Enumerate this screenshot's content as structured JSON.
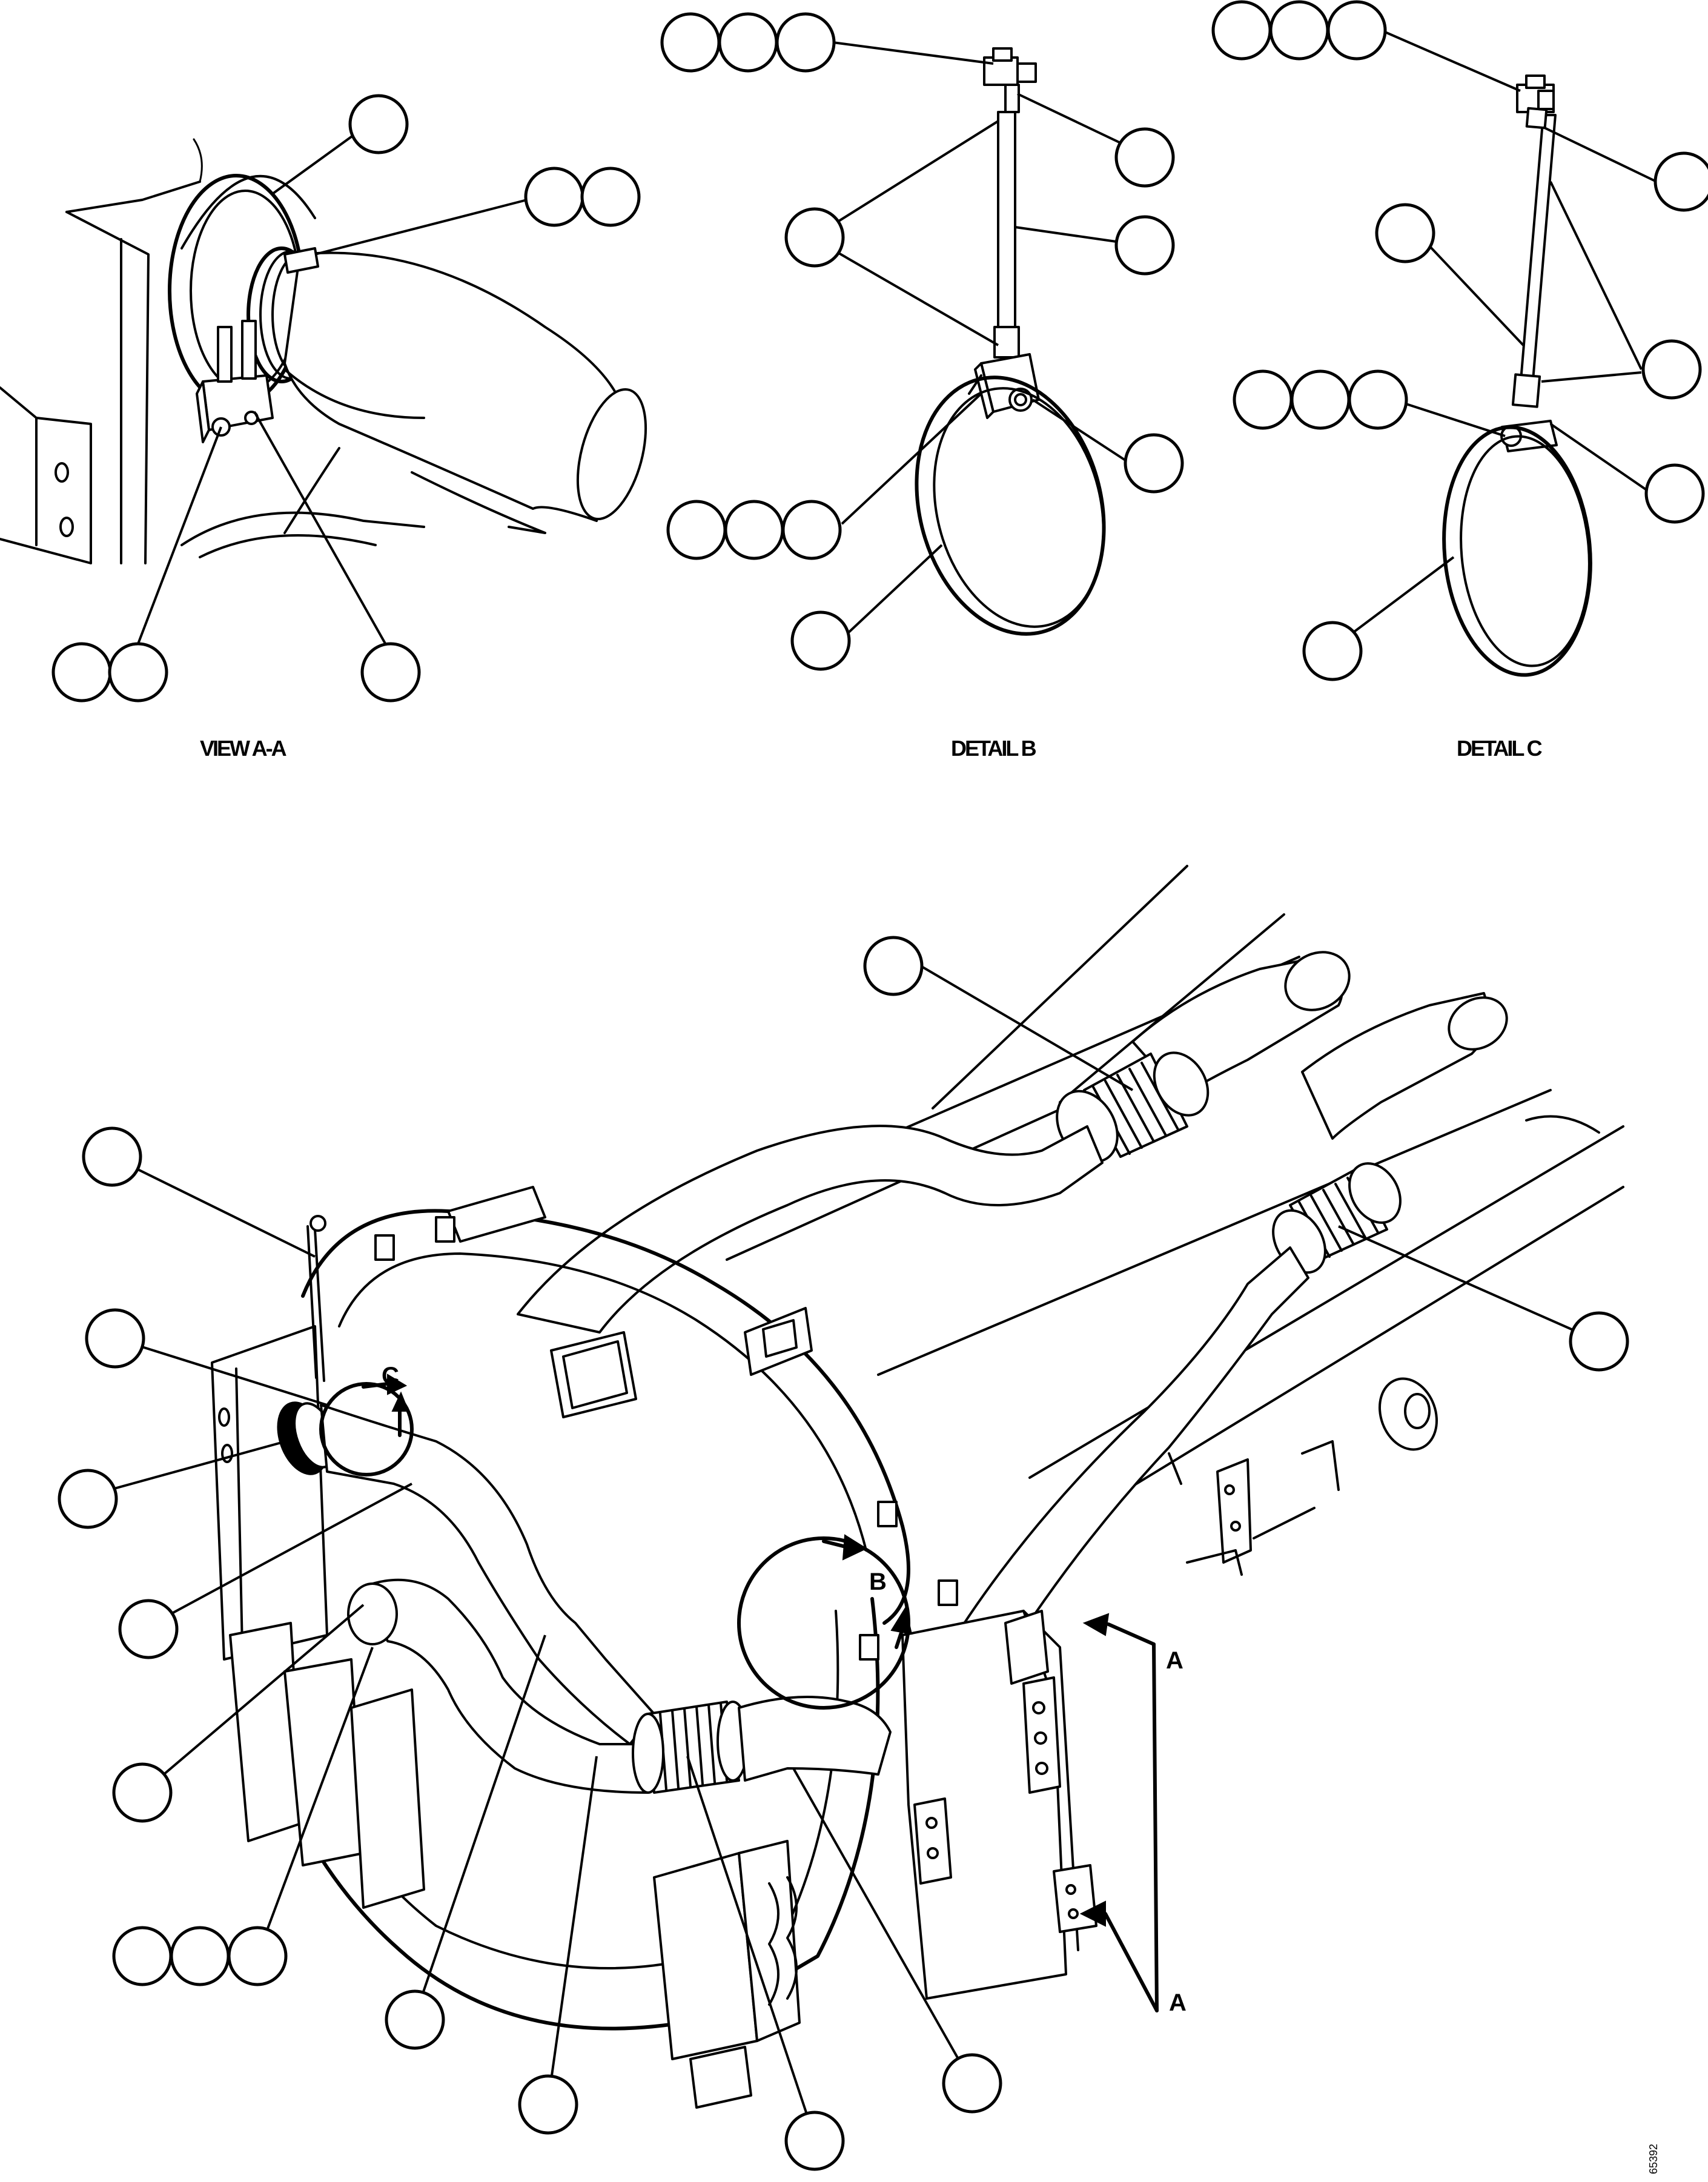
{
  "views": {
    "view_aa": "VIEW A-A",
    "detail_b": "DETAIL B",
    "detail_c": "DETAIL C"
  },
  "main_view_labels": {
    "detail_b_marker": "B",
    "detail_c_marker": "C",
    "section_a_upper": "A",
    "section_a_lower": "A"
  },
  "figure_id": "65392",
  "callout_text": ""
}
